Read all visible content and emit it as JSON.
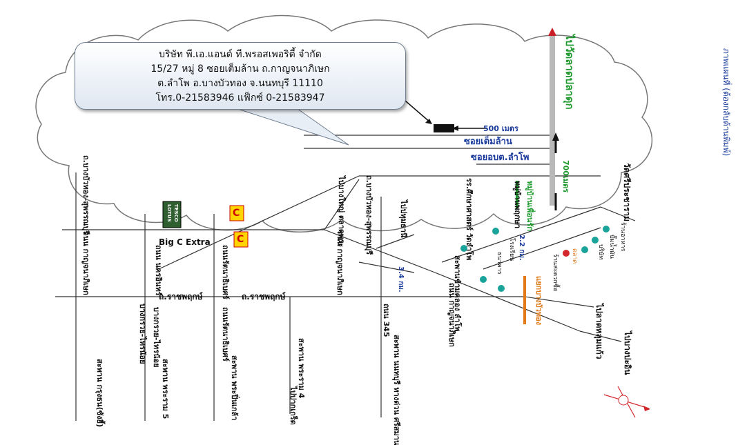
{
  "company": {
    "name_line": "บริษัท พี.เอ.แอนด์ ที.พรอสเพอริตี้  จำกัด",
    "address_line1": "15/27 หมู่ 8 ซอยเต็มล้าน ถ.กาญจนาภิเษก",
    "address_line2": "ต.ลำโพ อ.บางบัวทอง จ.นนทบุรี  11110",
    "phone_line": "โทร.0-21583946 แฟ็กซ์ 0-21583947"
  },
  "distances": {
    "to_office": "500 เมตร",
    "soi_length": "700เมตร",
    "segment_a": "2.2 กม.",
    "segment_b": "3.4 กม."
  },
  "roads": {
    "soi_temlan": "ซอยเต็มล้าน",
    "soi_obt": "ซอยอบต.ลำโพ",
    "kanchana_left": "ถนน กาญจนาภิเษก",
    "kanchana_mid": "ถนน กาญจนาภิเษก",
    "kanchana_right": "ถนน กาญจนาภิเษก",
    "to_wat_lat_plado": "ไปวัดลาดปลาดุก",
    "bangkruai_sainoi_1": "บางกรวย-ไทรน้อย",
    "bangkruai_sainoi_2": "บางกรวย-ไทรน้อย",
    "bangbuathong_suphan_1": "ถ.บางบัวทอง-สุพรรณบุรี",
    "bangbuathong_suphan_2": "ถ.บางบัวทอง-สุพรรณบุรี",
    "rattanathibet_1": "ถนนรัตนาธิเบศร์",
    "rattanathibet_2": "ถนนรัตนาธิเบศร์",
    "nakhon_in": "ถนน นครอินทร์",
    "ratchaphruek_1": "ถ.ราชพฤกษ์",
    "ratchaphruek_2": "ถ.ราชพฤกษ์",
    "road_345": "ถนน 345",
    "bang_yai_talad": "ไปบางใหญ่ ตลาดพระ",
    "to_pathum": "ไปปทุมธานี"
  },
  "places": {
    "wat_sri_phang": "วัดศรีประชาราม",
    "muban_a": "หมู่บ้านเพื่อนรัก",
    "muban_b": "หมู่บ้านพฤกษา",
    "rongrian": "รร.ศึกษาศาสตร์ วัดลำโพ",
    "bank": "ธนาคาร",
    "landmark_1": "ร้านอาหาร",
    "landmark_2": "ปั๊มน้ำมัน",
    "landmark_3": "บริษัท",
    "landmark_4": "ตลาด",
    "landmark_5": "ร้านสะดวกซื้อ",
    "landmark_6": "โรงเรียน",
    "bridge_pathum": "สะพานข้ามคลอง ลำโพ",
    "to_lat_lum_kaeo": "ไปลาดหลุมแก้ว",
    "to_bang_pa_in": "ไปบางปะอิน",
    "bang_bua_thong": "แยกบางบัวทอง",
    "sapan_nonthaburi": "สะพาน นนทบุรี  ทางด่วน ศรีสมาน",
    "sapan_phra_ram_4": "สะพาน พระราม 4",
    "to_pakkret": "ไปปากเกร็ด",
    "sapan_phra_ram_5": "สะพาน พระราม 5",
    "sapan_phra_pin_klao": "สะพาน พระปิ่นเกล้า",
    "sapan_krung_thon": "สะพาน กรุงธน(ซังฮี้)",
    "title_right": "ภาพแผนที่ (ต้องกลับด้านพิมพ์)"
  },
  "stores": {
    "tesco_brand": "TESCO",
    "lotus_brand": "LOTUS",
    "bigc_label": "Big C Extra",
    "bigc_mark": "C"
  },
  "colors": {
    "route_green": "#1f9a2e",
    "route_orange": "#e07a1a",
    "label_blue": "#1a3b9c",
    "poi_teal": "#1aa39a",
    "poi_red": "#d3262b",
    "road_gray": "#9a9a9a"
  }
}
